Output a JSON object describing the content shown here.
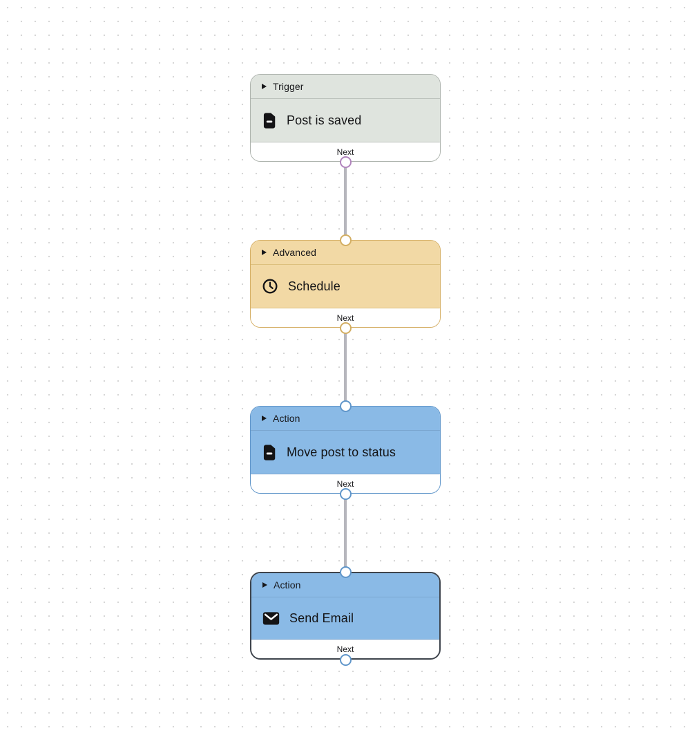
{
  "canvas": {
    "dot_color": "#d6d6d6",
    "connector_color": "#b6b6bd"
  },
  "nodes": [
    {
      "category": "Trigger",
      "label": "Post is saved",
      "icon": "document-icon",
      "footer_label": "Next",
      "selected": false,
      "theme": {
        "bg": "#dfe4de",
        "border": "#aeb4ae",
        "divider": "#bdc3bd",
        "port": "#b184bd"
      }
    },
    {
      "category": "Advanced",
      "label": "Schedule",
      "icon": "clock-icon",
      "footer_label": "Next",
      "selected": false,
      "theme": {
        "bg": "#f2d9a5",
        "border": "#d6b067",
        "divider": "#ddc07e",
        "port": "#d3ae63"
      }
    },
    {
      "category": "Action",
      "label": "Move post to status",
      "icon": "document-icon",
      "footer_label": "Next",
      "selected": false,
      "theme": {
        "bg": "#8abae6",
        "border": "#6096ca",
        "divider": "#7ba6d0",
        "port": "#6096ca"
      }
    },
    {
      "category": "Action",
      "label": "Send Email",
      "icon": "envelope-icon",
      "footer_label": "Next",
      "selected": true,
      "theme": {
        "bg": "#8abae6",
        "border": "#3e444c",
        "divider": "#7ba6d0",
        "port": "#6096ca"
      }
    }
  ]
}
